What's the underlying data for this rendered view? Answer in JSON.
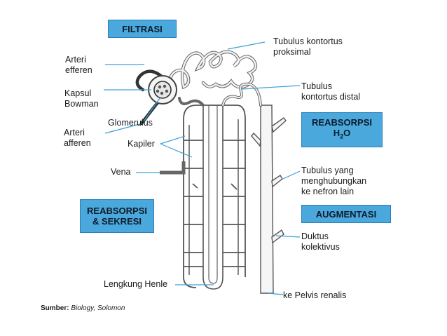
{
  "boxes": {
    "filtrasi": "FILTRASI",
    "reabsorpsi_h2o_line1": "REABSORPSI",
    "reabsorpsi_h2o_line2_main": "H",
    "reabsorpsi_h2o_line2_sub": "2",
    "reabsorpsi_h2o_line2_end": "O",
    "augmentasi": "AUGMENTASI",
    "reabsorpsi_sekresi_line1": "REABSORPSI",
    "reabsorpsi_sekresi_line2": "& SEKRESI"
  },
  "labels": {
    "arteri_eferen_1": "Arteri",
    "arteri_eferen_2": "efferen",
    "kapsul_bowman_1": "Kapsul",
    "kapsul_bowman_2": "Bowman",
    "glomerulus": "Glomerulus",
    "arteri_aferen_1": "Arteri",
    "arteri_aferen_2": "afferen",
    "kapiler": "Kapiler",
    "vena": "Vena",
    "lengkung_henle": "Lengkung Henle",
    "tubulus_proksimal_1": "Tubulus kontortus",
    "tubulus_proksimal_2": "proksimal",
    "tubulus_distal_1": "Tubulus",
    "tubulus_distal_2": "kontortus distal",
    "tubulus_penghubung_1": "Tubulus yang",
    "tubulus_penghubung_2": "menghubungkan",
    "tubulus_penghubung_3": "ke nefron lain",
    "duktus_1": "Duktus",
    "duktus_2": "kolektivus",
    "pelvis": "ke Pelvis renalis"
  },
  "source": {
    "prefix": "Sumber:",
    "ref": "Biology, Solomon"
  },
  "colors": {
    "box_fill": "#4aa8dc",
    "leader_line": "#3aa0d8",
    "vessel_dark": "#555555"
  }
}
